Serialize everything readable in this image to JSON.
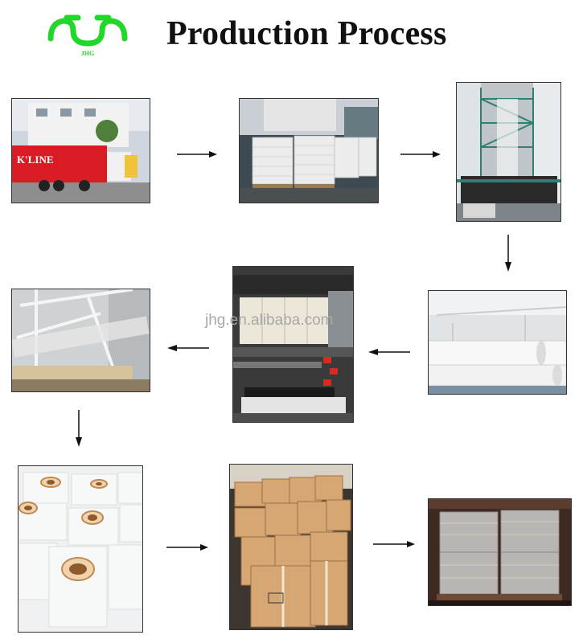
{
  "header": {
    "logo_text": "JHG",
    "logo_color": "#22d62a",
    "title": "Production Process"
  },
  "watermark": "jhg.en.alibaba.com",
  "container_label": "K'LINE",
  "steps": [
    {
      "name": "raw-material-shipping-photo",
      "icon": "shipping-container"
    },
    {
      "name": "raw-material-bags-photo",
      "icon": "resin-bags"
    },
    {
      "name": "extrusion-tower-photo",
      "icon": "extruder-tower"
    },
    {
      "name": "film-rolls-rack-photo",
      "icon": "film-rolls"
    },
    {
      "name": "slitting-machine-photo",
      "icon": "slitting-machine"
    },
    {
      "name": "rewinding-frame-photo",
      "icon": "rewinding-frame"
    },
    {
      "name": "stretch-film-rolls-photo",
      "icon": "stretch-film-rolls"
    },
    {
      "name": "packed-cartons-photo",
      "icon": "cartons"
    },
    {
      "name": "loaded-pallets-photo",
      "icon": "pallets-in-container"
    }
  ]
}
